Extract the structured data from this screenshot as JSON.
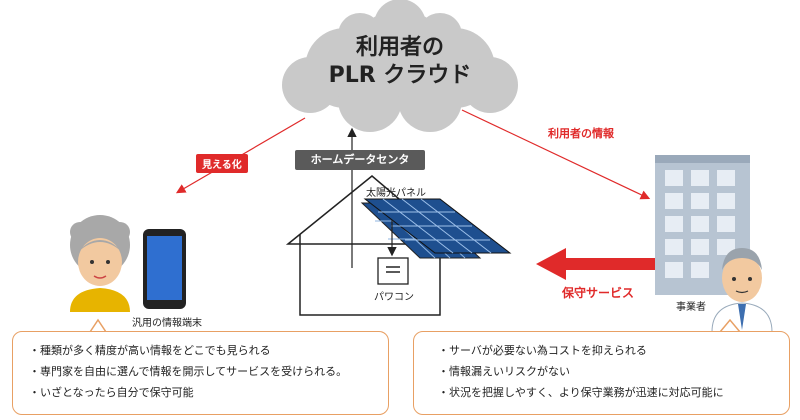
{
  "cloud": {
    "line1": "利用者の",
    "line2": "PLR クラウド"
  },
  "labels": {
    "visualize": "見える化",
    "user_info": "利用者の情報",
    "home_data_center": "ホームデータセンタ",
    "solar_panel": "太陽光パネル",
    "power_conditioner": "パワコン",
    "device": "汎用の情報端末",
    "operator": "事業者",
    "maintenance_service": "保守サービス"
  },
  "left_box": {
    "items": [
      "・種類が多く精度が高い情報をどこでも見られる",
      "・専門家を自由に選んで情報を開示してサービスを受けられる。",
      "・いざとなったら自分で保守可能"
    ]
  },
  "right_box": {
    "items": [
      "・サーバが必要ない為コストを抑えられる",
      "・情報漏えいリスクがない",
      "・状況を把握しやすく、より保守業務が迅速に対応可能に"
    ]
  },
  "colors": {
    "accent_red": "#e02a2a",
    "box_border": "#e8a064",
    "panel_blue": "#1e4f8f",
    "cloud_gray": "#c9c9c9"
  }
}
